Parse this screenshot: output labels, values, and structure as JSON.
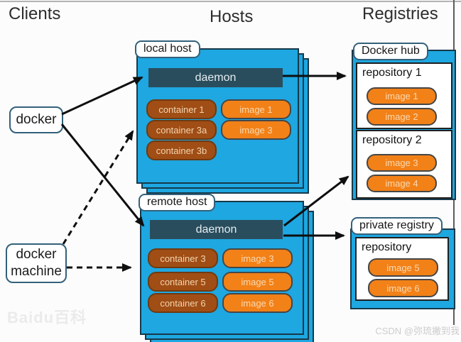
{
  "title_row": {
    "clients": "Clients",
    "hosts": "Hosts",
    "registries": "Registries"
  },
  "clients": {
    "docker_label": "docker",
    "docker_machine_label": "docker machine"
  },
  "hosts": {
    "local": {
      "tab": "local host",
      "daemon": "daemon",
      "containers": [
        "container 1",
        "container 3a",
        "container 3b"
      ],
      "images": [
        "image 1",
        "image 3"
      ]
    },
    "remote": {
      "tab": "remote host",
      "daemon": "daemon",
      "containers": [
        "container 3",
        "container 5",
        "container 6"
      ],
      "images": [
        "image 3",
        "image 5",
        "image 6"
      ]
    }
  },
  "registries": {
    "docker_hub": {
      "tab": "Docker hub",
      "repos": [
        {
          "name": "repository 1",
          "images": [
            "image 1",
            "image 2"
          ]
        },
        {
          "name": "repository 2",
          "images": [
            "image 3",
            "image 4"
          ]
        }
      ]
    },
    "private_registry": {
      "tab": "private registry",
      "repos": [
        {
          "name": "repository",
          "images": [
            "image 5",
            "image 6"
          ]
        }
      ]
    }
  },
  "watermarks": {
    "baidu": "Baidu百科",
    "csdn": "CSDN @弥琉撇到我"
  },
  "colors": {
    "blue": "#1ea7e1",
    "boxBorder": "#17394a",
    "daemon": "#2a4d5d",
    "container": "#a04e15",
    "containerBorder": "#6f3a11",
    "image": "#f28118",
    "imageBorder": "#464646",
    "tabBorder": "#33617a",
    "arrow": "#0f0f0f"
  }
}
